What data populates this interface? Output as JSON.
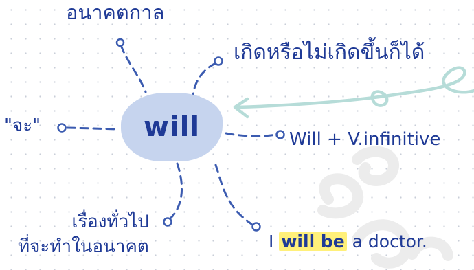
{
  "center": {
    "label": "will"
  },
  "branches": {
    "future_tense": "อนาคตกาล",
    "may_or_may_not_happen": "เกิดหรือไม่เกิดขึ้นก็ได้",
    "meaning": "\"จะ\"",
    "structure": "Will + V.infinitive",
    "general_future_line1": "เรื่องทั่วไป",
    "general_future_line2": "ที่จะทำในอนาคต"
  },
  "example": {
    "prefix": "I ",
    "highlight": "will be",
    "suffix": " a doctor."
  },
  "colors": {
    "text": "#1f3a96",
    "connector": "#3b5bb0",
    "center_fill": "#c6d4ee",
    "highlight": "#fff07a",
    "arrow": "#b6dcd8",
    "watermark": "#ececec",
    "grid_dots": "#c9ced8"
  }
}
